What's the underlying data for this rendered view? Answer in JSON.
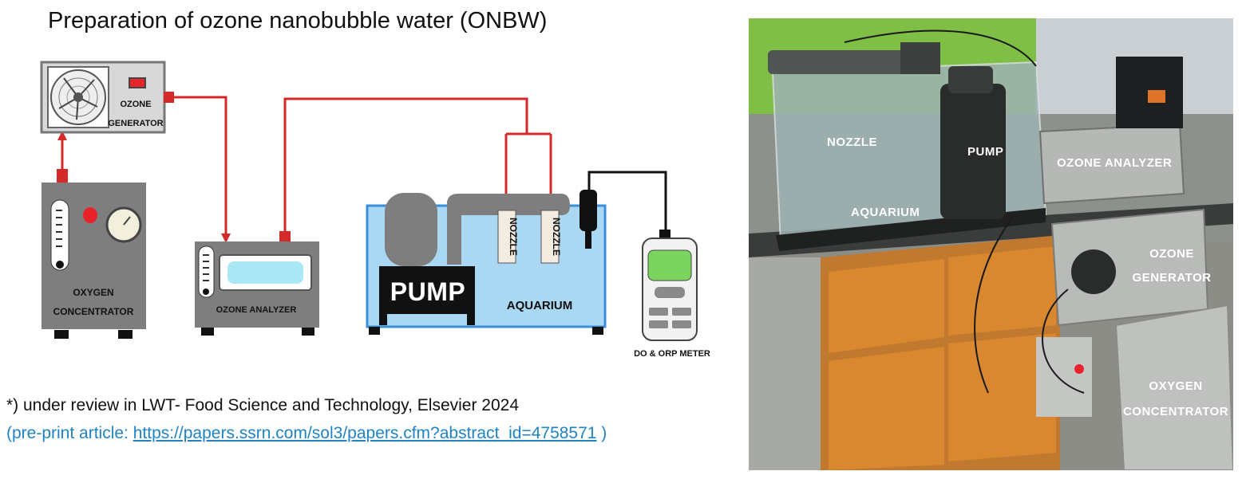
{
  "title": "Preparation of ozone nanobubble water (ONBW)",
  "diagram": {
    "ozone_generator": [
      "OZONE",
      "GENERATOR"
    ],
    "oxygen_concentrator": [
      "OXYGEN",
      "CONCENTRATOR"
    ],
    "ozone_analyzer": "OZONE ANALYZER",
    "pump": "PUMP",
    "aquarium": "AQUARIUM",
    "nozzle": "NOZZLE",
    "meter": "DO & ORP METER"
  },
  "note": "*) under review in LWT- Food Science and Technology, Elsevier 2024",
  "preprint": {
    "prefix": "(pre-print article:  ",
    "link": "https://papers.ssrn.com/sol3/papers.cfm?abstract_id=4758571",
    "suffix": " )"
  },
  "photo": {
    "nozzle": "NOZZLE",
    "pump": "PUMP",
    "aquarium": "AQUARIUM",
    "ozone_analyzer": "OZONE ANALYZER",
    "ozone_generator": [
      "OZONE",
      "GENERATOR"
    ],
    "oxygen_concentrator": [
      "OXYGEN",
      "CONCENTRATOR"
    ]
  },
  "colors": {
    "tube_red": "#d42a2a",
    "device_gray": "#7e7e7e",
    "aquarium_blue": "#aad7f2",
    "screen_blue": "#a9e8f4",
    "meter_green": "#7bd45e",
    "link_blue": "#1f83c4"
  }
}
